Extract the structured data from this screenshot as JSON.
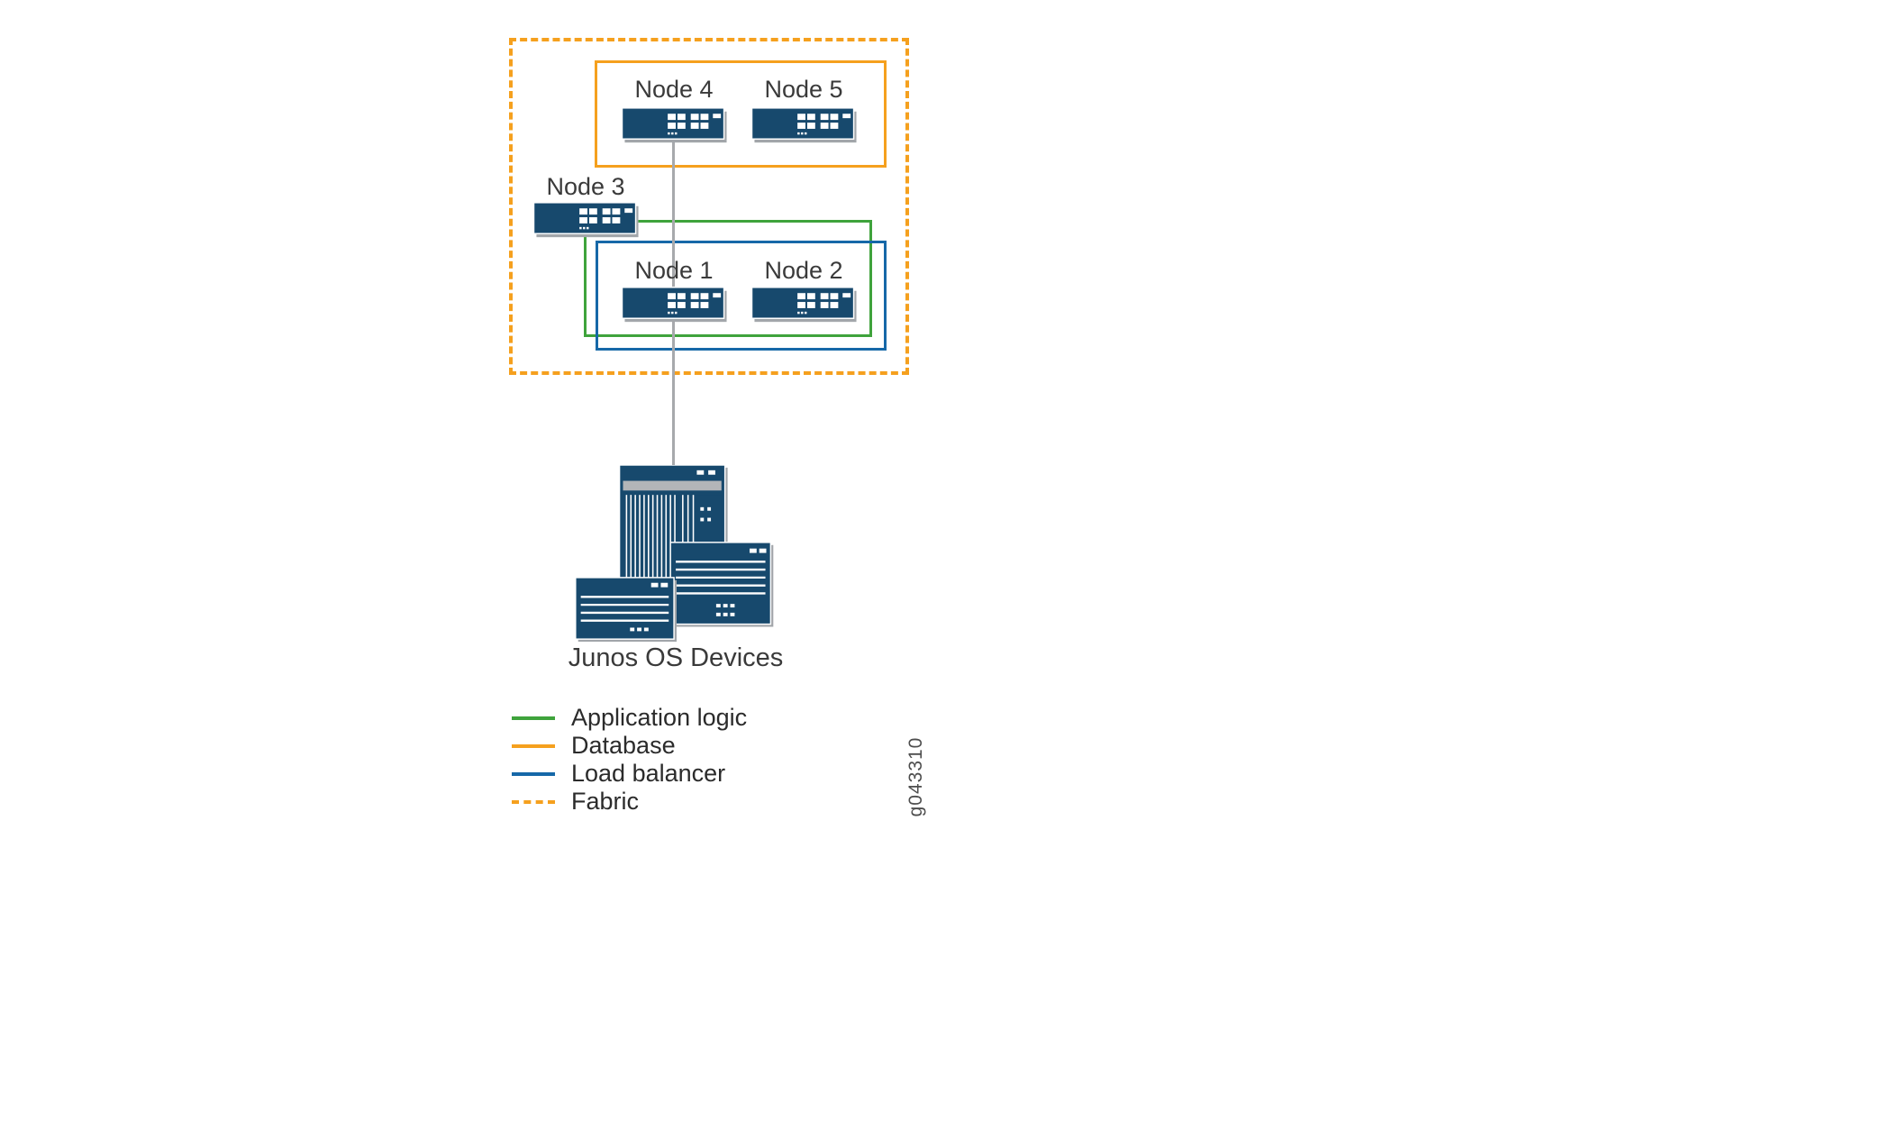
{
  "diagram": {
    "figure_id": "g043310",
    "junos_label": "Junos OS Devices"
  },
  "nodes": {
    "node1": {
      "label": "Node 1"
    },
    "node2": {
      "label": "Node 2"
    },
    "node3": {
      "label": "Node 3"
    },
    "node4": {
      "label": "Node 4"
    },
    "node5": {
      "label": "Node 5"
    }
  },
  "legend": {
    "items": [
      {
        "label": "Application logic",
        "color": "#3fa33c",
        "line_style": "solid"
      },
      {
        "label": "Database",
        "color": "#f5a01e",
        "line_style": "solid"
      },
      {
        "label": "Load balancer",
        "color": "#1668a8",
        "line_style": "solid"
      },
      {
        "label": "Fabric",
        "color": "#f5a01e",
        "line_style": "dashed"
      }
    ]
  },
  "icons": {
    "switch": "rack-switch-icon",
    "junos_devices": "router-chassis-stack-icon"
  },
  "colors": {
    "application-logic": "#3fa33c",
    "database": "#f5a01e",
    "load-balancer": "#1668a8",
    "fabric": "#f5a01e",
    "device": "#17496d",
    "device-shadow": "#a2a6aa",
    "connector": "#a7a9ac"
  }
}
